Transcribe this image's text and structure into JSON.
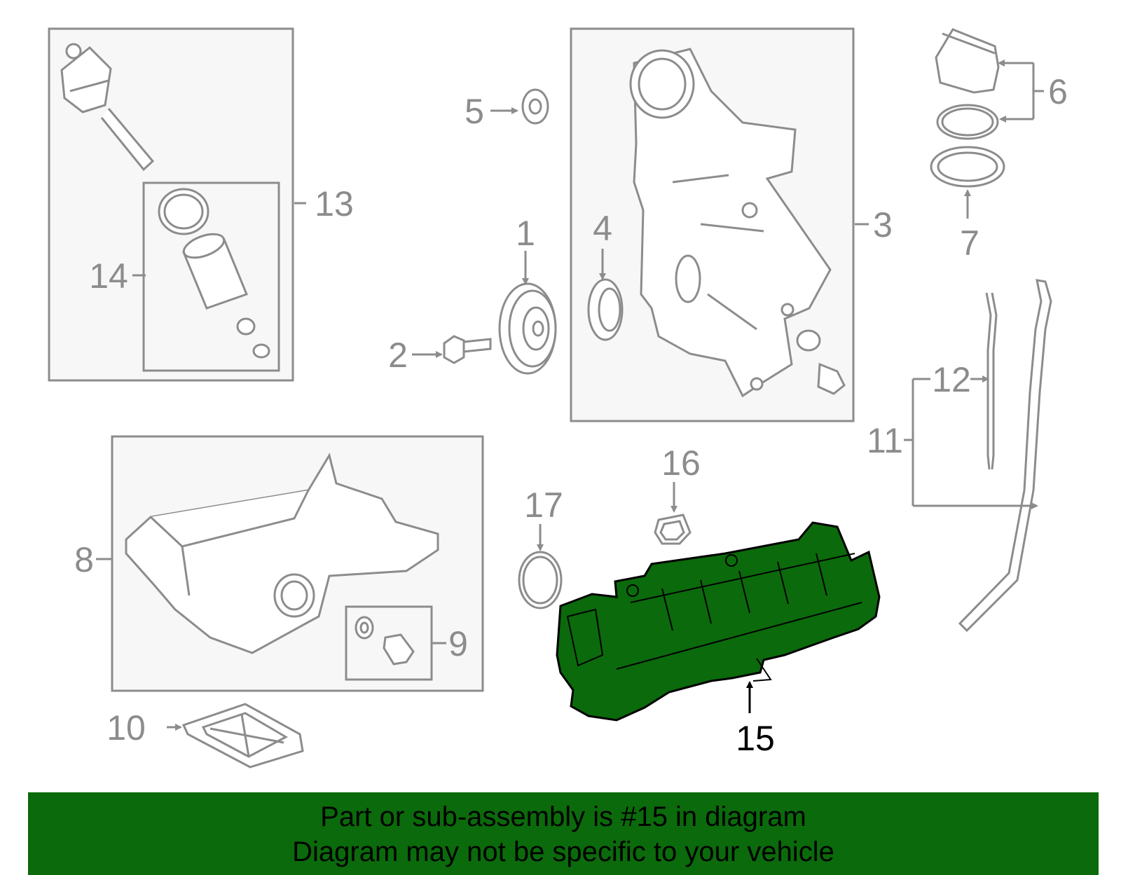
{
  "callouts": {
    "c1": "1",
    "c2": "2",
    "c3": "3",
    "c4": "4",
    "c5": "5",
    "c6": "6",
    "c7": "7",
    "c8": "8",
    "c9": "9",
    "c10": "10",
    "c11": "11",
    "c12": "12",
    "c13": "13",
    "c14": "14",
    "c15": "15",
    "c16": "16",
    "c17": "17"
  },
  "highlighted_part": "15",
  "colors": {
    "highlight": "#0b6a0b",
    "line": "#8c8c8c",
    "box_fill": "#f7f7f7",
    "banner": "#0b6a0b"
  },
  "banner": {
    "line1": "Part or sub-assembly is #15 in diagram",
    "line2": "Diagram may not be specific to your vehicle"
  }
}
